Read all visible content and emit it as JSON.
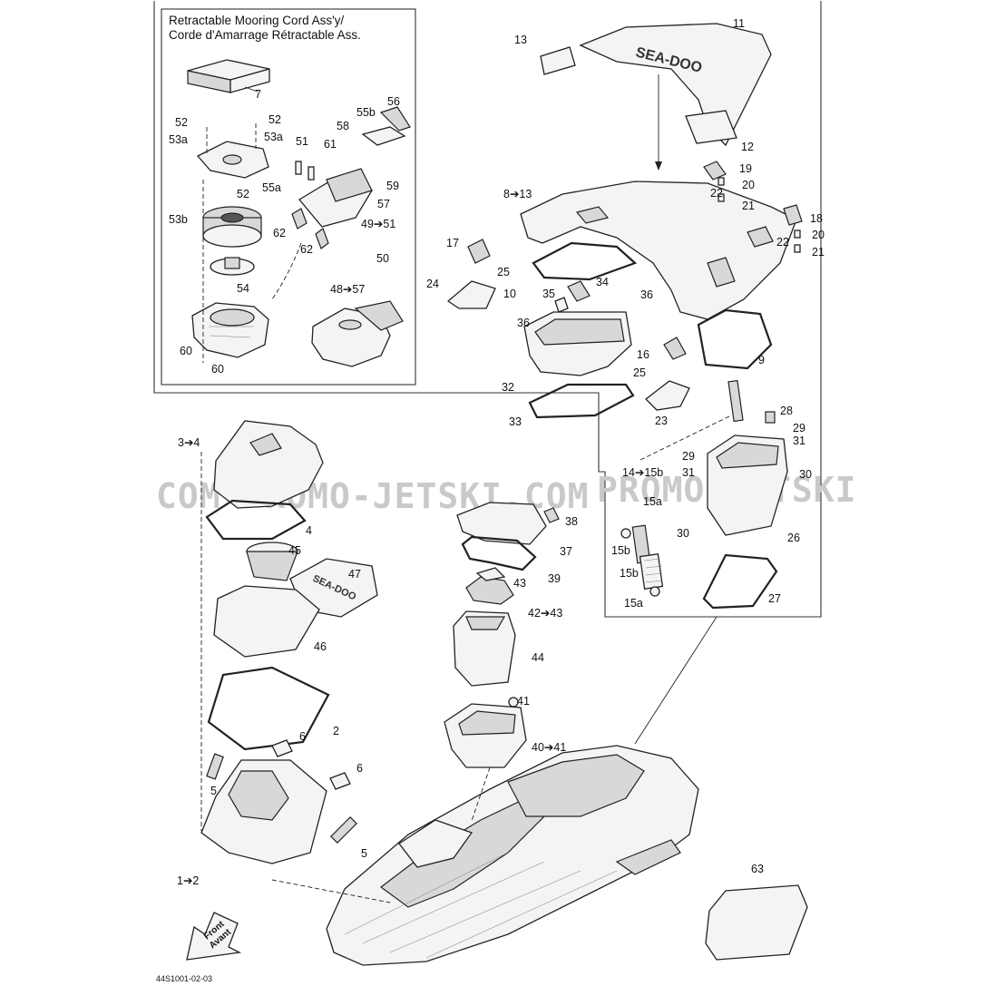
{
  "inset_title_line1": "Retractable Mooring Cord Ass'y/",
  "inset_title_line2": "Corde d'Amarrage Rétractable Ass.",
  "watermark_left": "COM-PROMO-JETSKI.COM",
  "watermark_right": "PROMO-JETSKI",
  "front_label_line1": "Front",
  "front_label_line2": "Avant",
  "drawing_code": "44S1001-02-03",
  "callouts": {
    "c7": "7",
    "c52a": "52",
    "c52b": "52",
    "c53a1": "53a",
    "c53a2": "53a",
    "c56": "56",
    "c55b": "55b",
    "c58": "58",
    "c51": "51",
    "c61": "61",
    "c59": "59",
    "c57": "57",
    "c52c": "52",
    "c55a": "55a",
    "c53b": "53b",
    "c49_51": "49➔51",
    "c62a": "62",
    "c62b": "62",
    "c50": "50",
    "c54": "54",
    "c48_57": "48➔57",
    "c60a": "60",
    "c60b": "60",
    "c13": "13",
    "c11": "11",
    "c12": "12",
    "c8_13": "8➔13",
    "c19": "19",
    "c20a": "20",
    "c22a": "22",
    "c21a": "21",
    "c18": "18",
    "c22b": "22",
    "c20b": "20",
    "c21b": "21",
    "c17": "17",
    "c25a": "25",
    "c24": "24",
    "c10": "10",
    "c34": "34",
    "c35": "35",
    "c36a": "36",
    "c36b": "36",
    "c16": "16",
    "c25b": "25",
    "c9": "9",
    "c32": "32",
    "c23": "23",
    "c33": "33",
    "c28": "28",
    "c29a": "29",
    "c31a": "31",
    "c29b": "29",
    "c31b": "31",
    "c30a": "30",
    "c30b": "30",
    "c26": "26",
    "c27": "27",
    "c14_15b": "14➔15b",
    "c15a1": "15a",
    "c15b1": "15b",
    "c15b2": "15b",
    "c15a2": "15a",
    "c3_4": "3➔4",
    "c4": "4",
    "c45": "45",
    "c47": "47",
    "c46": "46",
    "c2": "2",
    "c6a": "6",
    "c6b": "6",
    "c5a": "5",
    "c5b": "5",
    "c1_2": "1➔2",
    "c38": "38",
    "c37": "37",
    "c39": "39",
    "c43": "43",
    "c42_43": "42➔43",
    "c44": "44",
    "c41": "41",
    "c40_41": "40➔41",
    "c63": "63"
  },
  "gasket_brand_text": "SEA-DOO"
}
